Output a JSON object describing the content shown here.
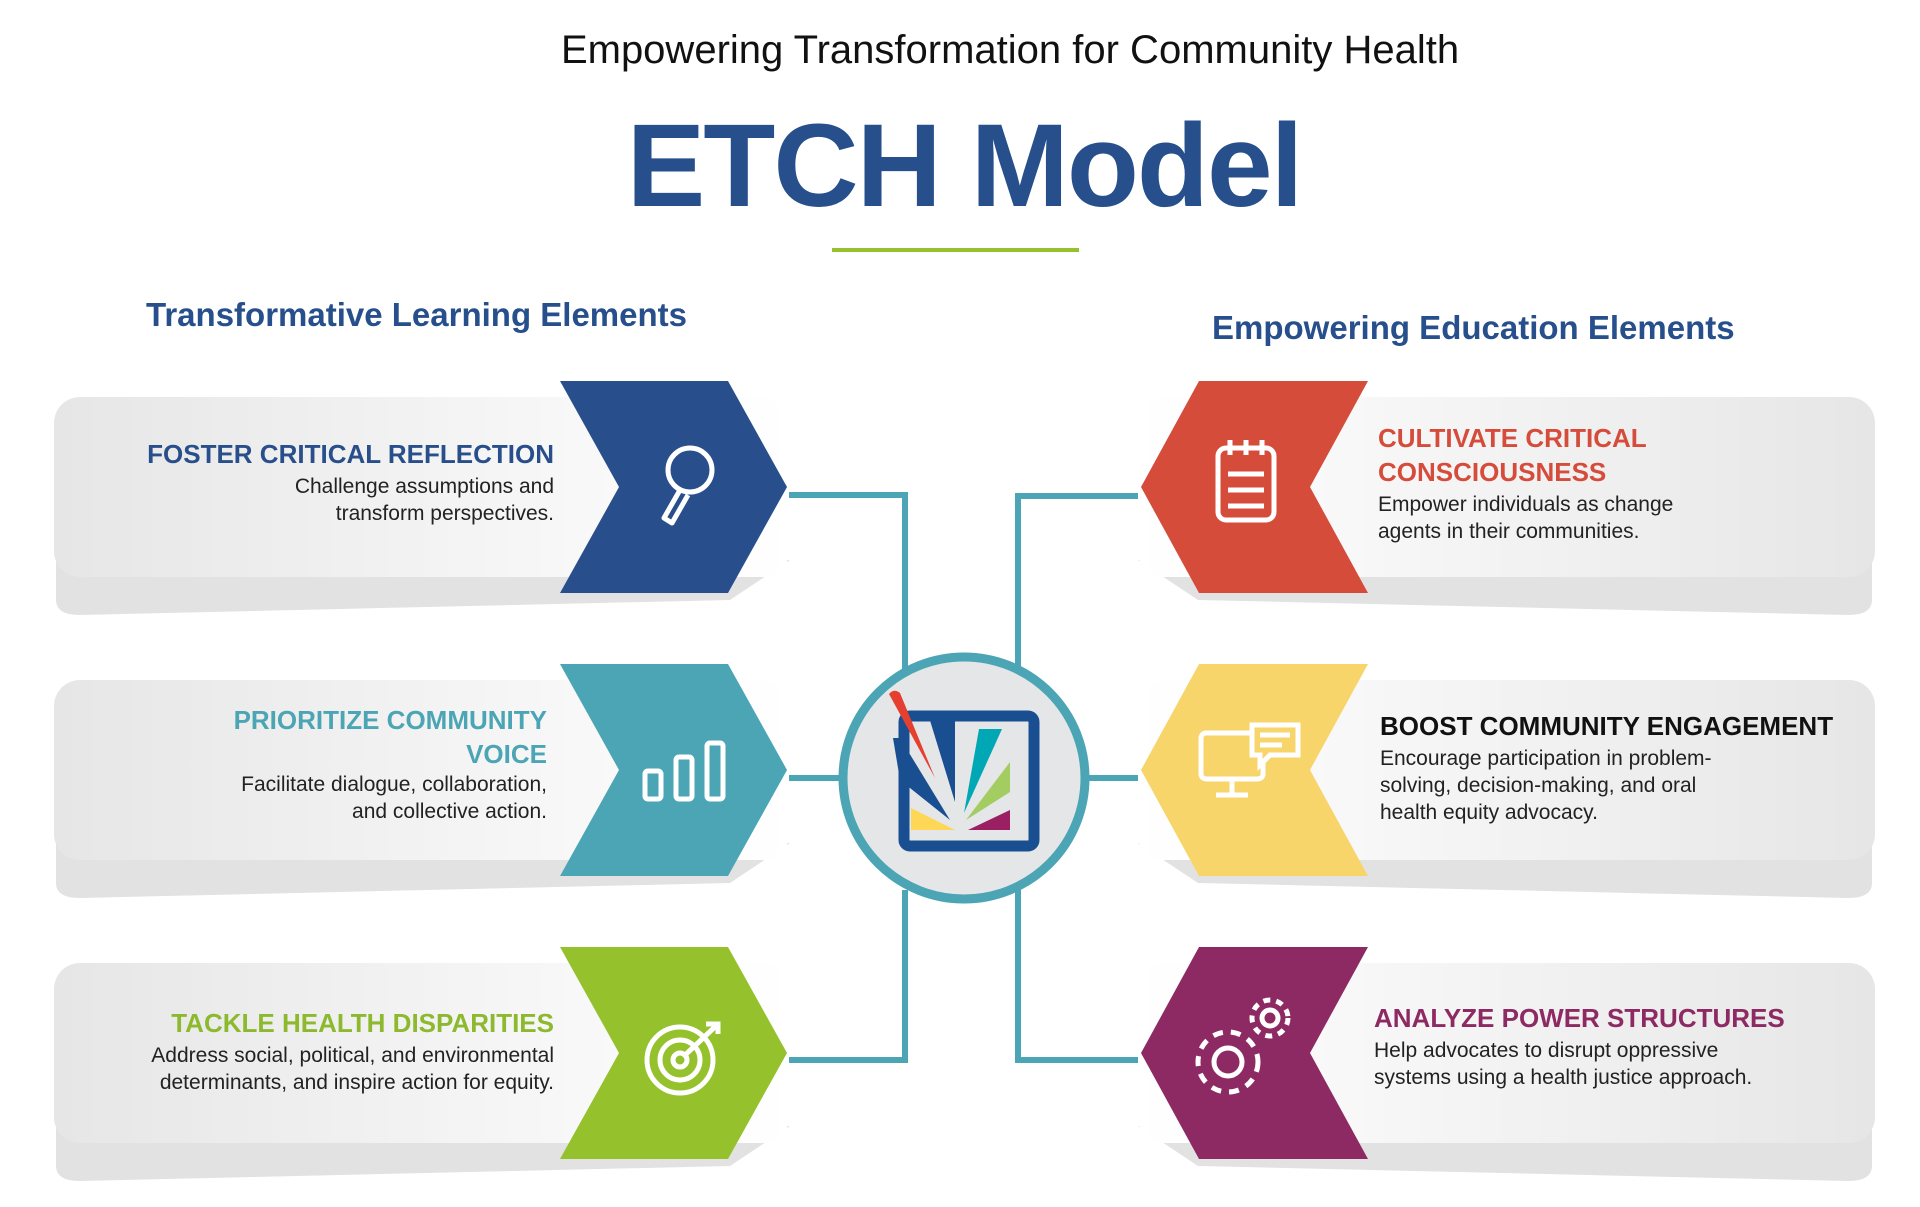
{
  "header": {
    "subtitle": "Empowering Transformation for Community Health",
    "title": "ETCH Model"
  },
  "left_section": {
    "heading": "Transformative Learning Elements",
    "items": [
      {
        "title": "FOSTER CRITICAL REFLECTION",
        "body1": "Challenge assumptions and",
        "body2": "transform perspectives.",
        "icon": "magnifier-icon",
        "color": "#284f8b"
      },
      {
        "title1": "PRIORITIZE COMMUNITY",
        "title2": "VOICE",
        "body1": "Facilitate dialogue, collaboration,",
        "body2": "and collective action.",
        "icon": "bar-chart-icon",
        "color": "#4ba5b5"
      },
      {
        "title": "TACKLE HEALTH DISPARITIES",
        "body1": "Address social, political, and environmental",
        "body2": "determinants, and inspire action for equity.",
        "icon": "target-icon",
        "color": "#95c12c"
      }
    ]
  },
  "right_section": {
    "heading": "Empowering Education Elements",
    "items": [
      {
        "title1": "CULTIVATE CRITICAL",
        "title2": "CONSCIOUSNESS",
        "body1": "Empower individuals as change",
        "body2": "agents in their communities.",
        "icon": "notepad-icon",
        "color": "#d54c3b"
      },
      {
        "title": "BOOST COMMUNITY ENGAGEMENT",
        "body1": "Encourage participation in problem-",
        "body2": "solving, decision-making, and oral",
        "body3": "health equity advocacy.",
        "icon": "computer-chat-icon",
        "color": "#f8d56a"
      },
      {
        "title": "ANALYZE POWER STRUCTURES",
        "body1": "Help advocates to disrupt oppressive",
        "body2": "systems using a health justice approach.",
        "icon": "gears-icon",
        "color": "#8e2a63"
      }
    ]
  }
}
